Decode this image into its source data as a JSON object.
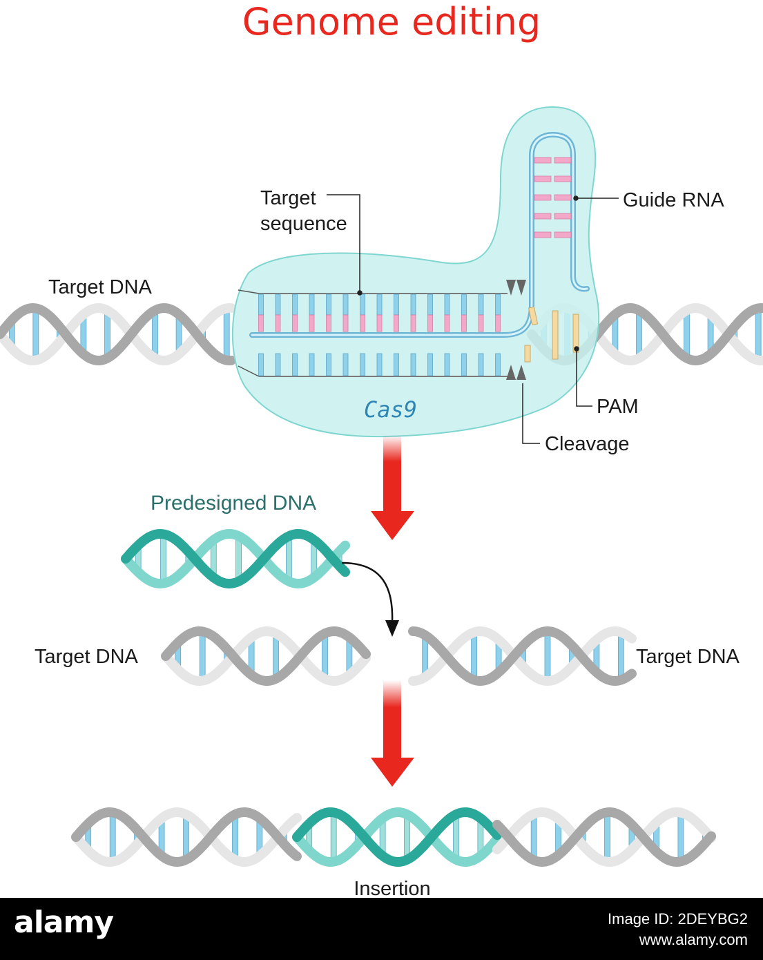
{
  "title": "Genome editing",
  "labels": {
    "target_sequence_l1": "Target",
    "target_sequence_l2": "sequence",
    "guide_rna": "Guide RNA",
    "target_dna_top": "Target DNA",
    "cas9": "Cas9",
    "pam": "PAM",
    "cleavage": "Cleavage",
    "predesigned_dna": "Predesigned DNA",
    "target_dna_left": "Target DNA",
    "target_dna_right": "Target DNA",
    "insertion": "Insertion"
  },
  "footer": {
    "logo": "alamy",
    "image_id": "Image ID: 2DEYBG2",
    "site": "www.alamy.com"
  },
  "colors": {
    "title": "#e8271f",
    "cas9_fill": "#c8f1ee",
    "cas9_stroke": "#7fd6d0",
    "dna_rung": "#8fd0ea",
    "dna_strand_light": "#e6e6e6",
    "dna_strand_dark": "#a8a8a8",
    "predesigned_strand": "#2aa89a",
    "guide_rna_pair": "#f2a8c8",
    "pam": "#f5d9a0",
    "arrow": "#e8271f"
  }
}
